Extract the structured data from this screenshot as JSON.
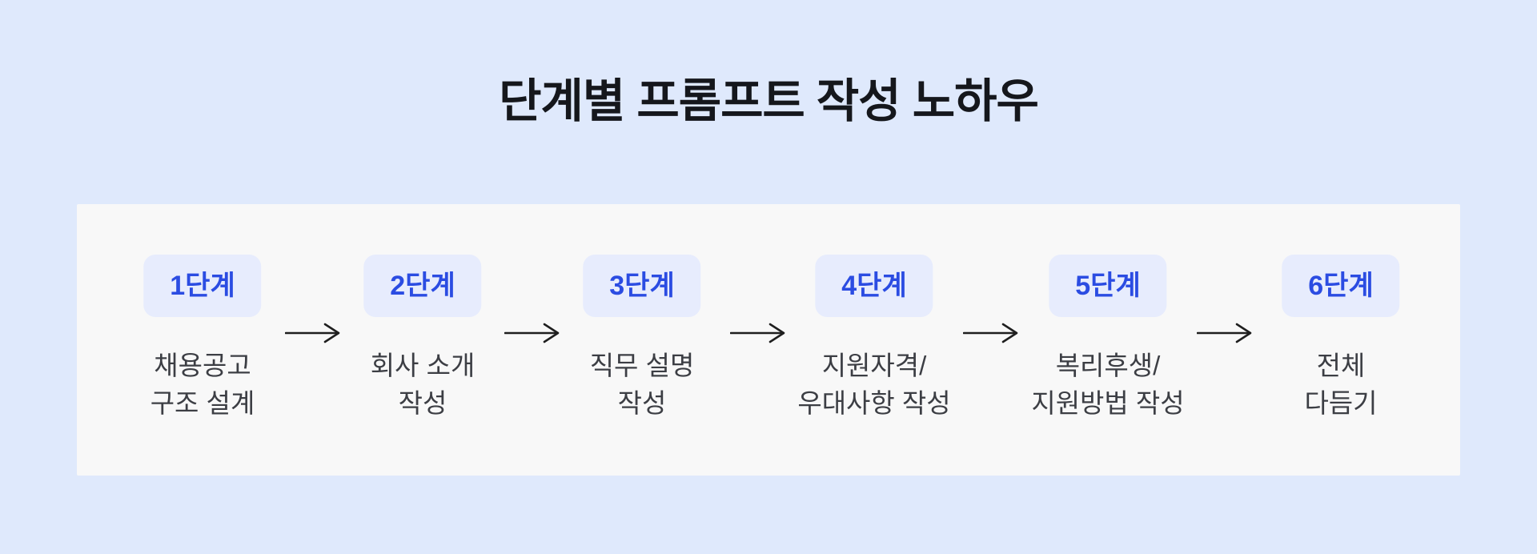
{
  "title": "단계별 프롬프트 작성 노하우",
  "colors": {
    "page_background": "#dfe9fc",
    "panel_background": "#f8f8f8",
    "badge_background": "#e7ecfd",
    "badge_text": "#2b4ce2",
    "title_text": "#15171c",
    "description_text": "#3c3e44",
    "arrow": "#1f1f1f"
  },
  "steps": [
    {
      "badge": "1단계",
      "line1": "채용공고",
      "line2": "구조 설계"
    },
    {
      "badge": "2단계",
      "line1": "회사 소개",
      "line2": "작성"
    },
    {
      "badge": "3단계",
      "line1": "직무 설명",
      "line2": "작성"
    },
    {
      "badge": "4단계",
      "line1": "지원자격/",
      "line2": "우대사항 작성"
    },
    {
      "badge": "5단계",
      "line1": "복리후생/",
      "line2": "지원방법 작성"
    },
    {
      "badge": "6단계",
      "line1": "전체",
      "line2": "다듬기"
    }
  ]
}
